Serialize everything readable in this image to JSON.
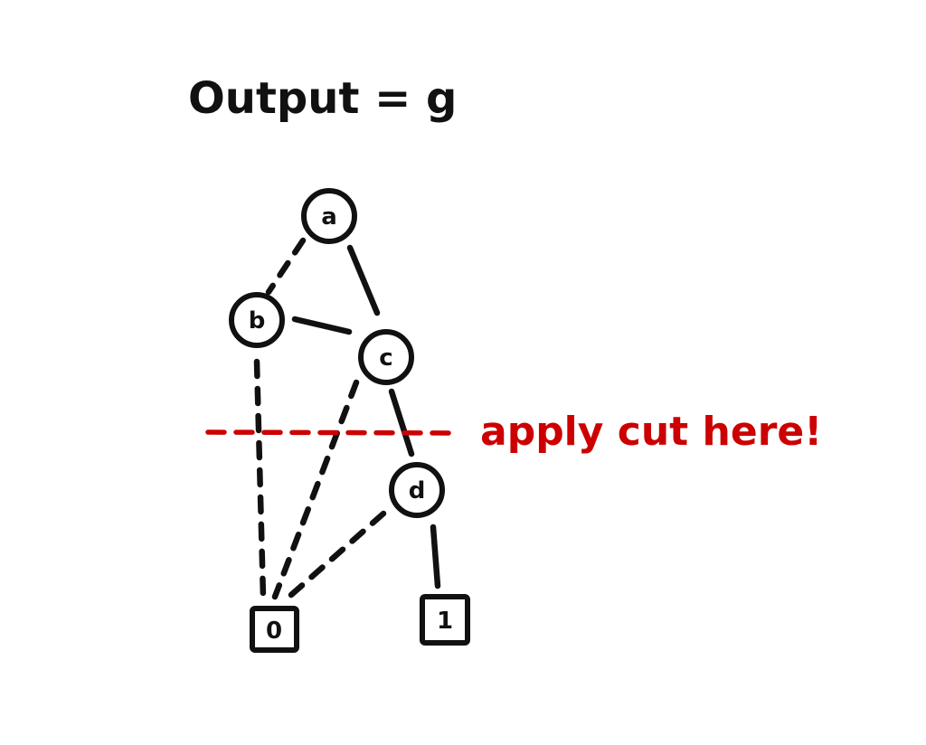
{
  "title": "Output = g",
  "cut": {
    "label": "apply cut here!",
    "color": "#cc0000"
  },
  "nodes": {
    "a": {
      "label": "a",
      "kind": "variable"
    },
    "b": {
      "label": "b",
      "kind": "variable"
    },
    "c": {
      "label": "c",
      "kind": "variable"
    },
    "d": {
      "label": "d",
      "kind": "variable"
    },
    "zero": {
      "label": "0",
      "kind": "terminal"
    },
    "one": {
      "label": "1",
      "kind": "terminal"
    }
  },
  "edges": [
    {
      "from": "a",
      "to": "b",
      "style": "dashed"
    },
    {
      "from": "a",
      "to": "c",
      "style": "solid"
    },
    {
      "from": "b",
      "to": "c",
      "style": "solid"
    },
    {
      "from": "b",
      "to": "0",
      "style": "dashed"
    },
    {
      "from": "c",
      "to": "0",
      "style": "dashed"
    },
    {
      "from": "c",
      "to": "d",
      "style": "solid"
    },
    {
      "from": "d",
      "to": "0",
      "style": "dashed"
    },
    {
      "from": "d",
      "to": "1",
      "style": "solid"
    }
  ]
}
